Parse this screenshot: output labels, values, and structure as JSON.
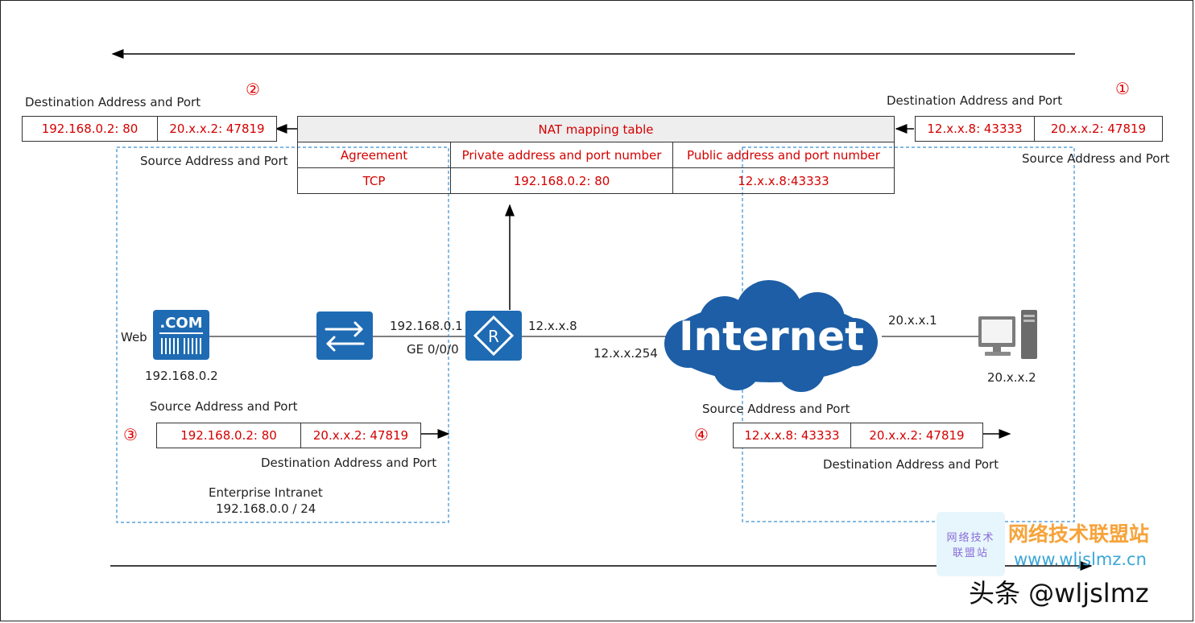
{
  "markers": {
    "m1": "①",
    "m2": "②",
    "m3": "③",
    "m4": "④"
  },
  "labels": {
    "dest_top_left": "Destination Address and Port",
    "dest_top_right": "Destination Address and Port",
    "src_top_left": "Source Address and Port",
    "src_top_right": "Source Address and Port",
    "src_bottom_left": "Source Address and Port",
    "dest_bottom_left": "Destination Address and Port",
    "src_bottom_right": "Source Address and Port",
    "dest_bottom_right": "Destination Address and Port"
  },
  "packets": {
    "p1": {
      "left": "12.x.x.8: 43333",
      "right": "20.x.x.2: 47819"
    },
    "p2": {
      "left": "192.168.0.2: 80",
      "right": "20.x.x.2: 47819"
    },
    "p3": {
      "left": "192.168.0.2: 80",
      "right": "20.x.x.2: 47819"
    },
    "p4": {
      "left": "12.x.x.8: 43333",
      "right": "20.x.x.2: 47819"
    }
  },
  "nat_table": {
    "title": "NAT mapping table",
    "headers": [
      "Agreement",
      "Private address and port number",
      "Public address and port number"
    ],
    "row": [
      "TCP",
      "192.168.0.2: 80",
      "12.x.x.8:43333"
    ]
  },
  "devices": {
    "web_label": "Web",
    "web_icon_text": ".COM",
    "web_ip": "192.168.0.2",
    "router_ip_inside": "192.168.0.1",
    "router_port": "GE 0/0/0",
    "router_ip_outside": "12.x.x.8",
    "isp_ip": "12.x.x.254",
    "internet_label": "Internet",
    "client_gw_ip": "20.x.x.1",
    "client_ip": "20.x.x.2"
  },
  "intranet": {
    "name": "Enterprise Intranet",
    "subnet": "192.168.0.0 / 24"
  },
  "watermark": {
    "logo_line1": "网络技术",
    "logo_line2": "联盟站",
    "site": "网络技术联盟站",
    "url": "www.wljslmz.cn",
    "handle": "头条 @wljslmz"
  },
  "colors": {
    "accent_red": "#d40000",
    "device_blue": "#1e6bb3",
    "cloud_blue": "#1d5ea6",
    "dashed_blue": "#3a8fd0"
  }
}
